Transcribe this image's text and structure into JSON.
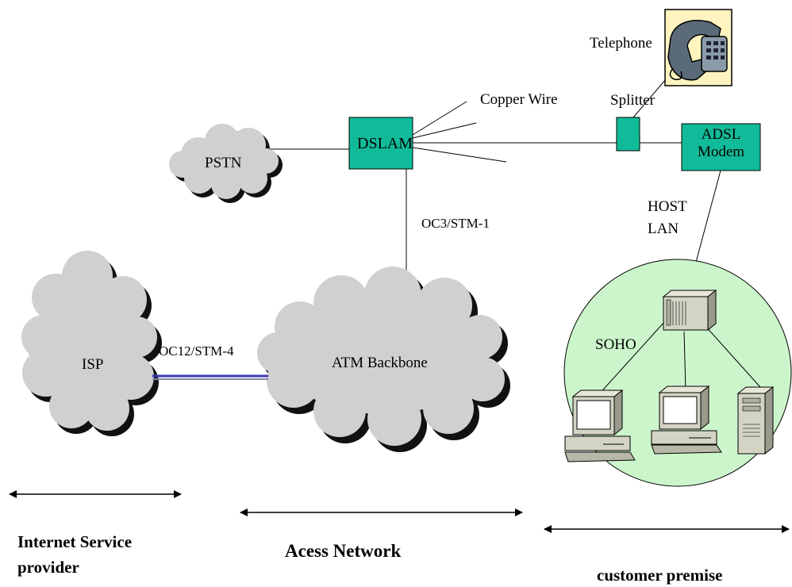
{
  "nodes": {
    "pstn": "PSTN",
    "dslam": "DSLAM",
    "isp": "ISP",
    "atm_backbone": "ATM Backbone",
    "splitter": "Splitter",
    "telephone": "Telephone",
    "adsl_modem_line1": "ADSL",
    "adsl_modem_line2": "Modem",
    "soho": "SOHO"
  },
  "links": {
    "copper_wire": "Copper Wire",
    "oc3": "OC3/STM-1",
    "oc12": "OC12/STM-4",
    "host_line1": "HOST",
    "host_line2": "LAN"
  },
  "sections": {
    "isp_line1": "Internet Service",
    "isp_line2": "provider",
    "access": "Acess Network",
    "customer": "customer premise"
  },
  "colors": {
    "teal_box": "#11bb99",
    "cloud": "#d0d0d0",
    "cloud_shadow": "#111111",
    "soho_circle": "#ccf5cc",
    "trunk_blue": "#3a3ab0"
  },
  "icons": [
    "cloud-icon",
    "telephone-icon",
    "server-icon",
    "desktop-computer-icon",
    "tower-computer-icon",
    "double-arrow-icon"
  ]
}
